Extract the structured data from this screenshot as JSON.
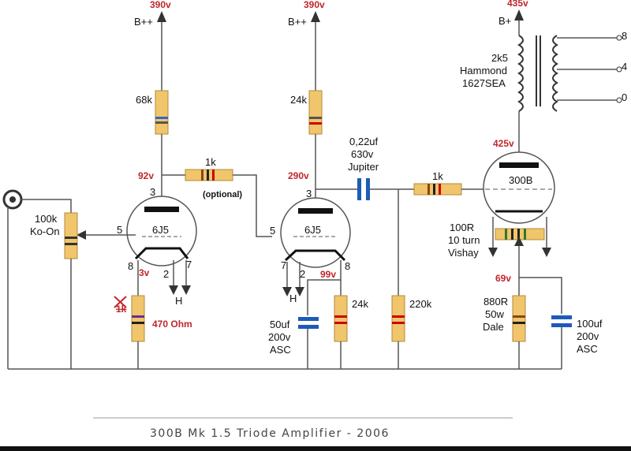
{
  "title": "300B Mk 1.5  Triode Amplifier - 2006",
  "supply": {
    "stage1_voltage": "390v",
    "stage1_label": "B++",
    "stage2_voltage": "390v",
    "stage2_label": "B++",
    "stage3_voltage": "435v",
    "stage3_label": "B+"
  },
  "tubes": {
    "v1": "6J5",
    "v2": "6J5",
    "v3": "300B"
  },
  "pins": {
    "v1_plate": "3",
    "v1_grid": "5",
    "v1_cathode": "8",
    "v1_h1": "2",
    "v1_h2": "7",
    "v2_plate": "3",
    "v2_grid": "5",
    "v2_cathode": "8",
    "v2_h1": "7",
    "v2_h2": "2",
    "heater": "H"
  },
  "voltages": {
    "v1_plate": "92v",
    "v1_cathode": "3v",
    "v2_plate": "290v",
    "v2_cathode": "99v",
    "v3_plate": "425v",
    "v3_cathode": "69v"
  },
  "components": {
    "r_plate1": "68k",
    "r_plate2": "24k",
    "r_series": "1k",
    "r_series_note": "(optional)",
    "pot_value": "100k",
    "pot_brand": "Ko-On",
    "r_cathode1_old": "1k",
    "r_cathode1": "470 Ohm",
    "c_bypass2_value": "50uf",
    "c_bypass2_voltage": "200v",
    "c_bypass2_brand": "ASC",
    "r_cathode2": "24k",
    "c_coupling_value": "0,22uf",
    "c_coupling_voltage": "630v",
    "c_coupling_brand": "Jupiter",
    "r_grid_leak": "220k",
    "r_grid_stop": "1k",
    "hum_pot_value": "100R",
    "hum_pot_type": "10 turn",
    "hum_pot_brand": "Vishay",
    "r_cathode3_value": "880R",
    "r_cathode3_power": "50w",
    "r_cathode3_brand": "Dale",
    "c_bypass3_value": "100uf",
    "c_bypass3_voltage": "200v",
    "c_bypass3_brand": "ASC",
    "otx_impedance": "2k5",
    "otx_brand": "Hammond",
    "otx_model": "1627SEA",
    "tap_8": "8",
    "tap_4": "4",
    "tap_0": "0"
  },
  "colors": {
    "wire": "#555555",
    "resistor_body": "#f1c56b",
    "cap_plate": "#1e5bb8",
    "voltage_text": "#c0262b"
  }
}
